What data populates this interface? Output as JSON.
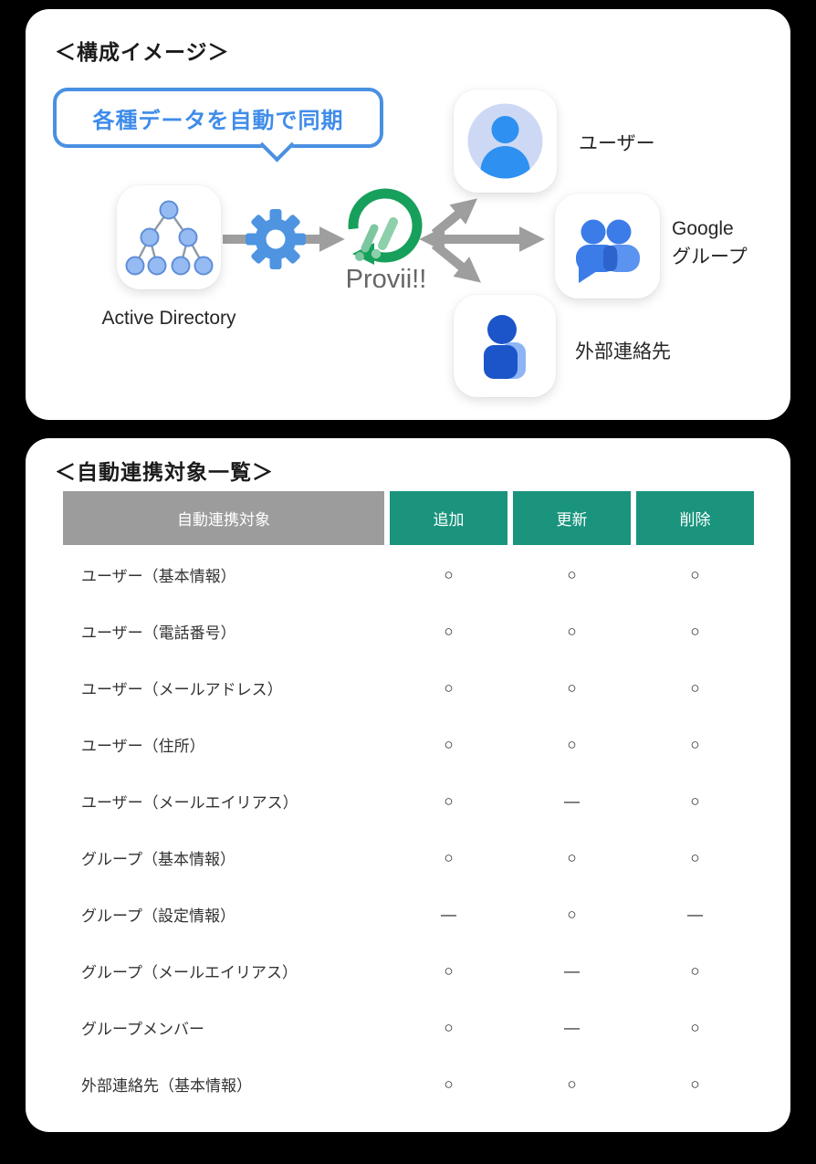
{
  "diagram": {
    "title": "＜構成イメージ＞",
    "bubble_text": "各種データを自動で同期",
    "nodes": {
      "active_directory": "Active Directory",
      "provii": "Provii!!",
      "user": "ユーザー",
      "google_group": "Google\nグループ",
      "external_contacts": "外部連絡先"
    }
  },
  "table": {
    "title": "＜自動連携対象一覧＞",
    "headers": [
      "自動連携対象",
      "追加",
      "更新",
      "削除"
    ],
    "rows": [
      {
        "label": "ユーザー（基本情報）",
        "cells": [
          "○",
          "○",
          "○"
        ]
      },
      {
        "label": "ユーザー（電話番号）",
        "cells": [
          "○",
          "○",
          "○"
        ]
      },
      {
        "label": "ユーザー（メールアドレス）",
        "cells": [
          "○",
          "○",
          "○"
        ]
      },
      {
        "label": "ユーザー（住所）",
        "cells": [
          "○",
          "○",
          "○"
        ]
      },
      {
        "label": "ユーザー（メールエイリアス）",
        "cells": [
          "○",
          "—",
          "○"
        ]
      },
      {
        "label": "グループ（基本情報）",
        "cells": [
          "○",
          "○",
          "○"
        ]
      },
      {
        "label": "グループ（設定情報）",
        "cells": [
          "—",
          "○",
          "—"
        ]
      },
      {
        "label": "グループ（メールエイリアス）",
        "cells": [
          "○",
          "—",
          "○"
        ]
      },
      {
        "label": "グループメンバー",
        "cells": [
          "○",
          "—",
          "○"
        ]
      },
      {
        "label": "外部連絡先（基本情報）",
        "cells": [
          "○",
          "○",
          "○"
        ]
      }
    ]
  },
  "colors": {
    "background": "#000000",
    "accent_blue": "#4a90e2",
    "bubble_text_blue": "#3f8ceb",
    "provii_green": "#17a05b",
    "provii_light_green": "#8dd0aa",
    "arrow_gray": "#9e9e9e",
    "header_gray": "#9c9c9c",
    "header_teal": "#1a947d",
    "row_dark_gray": "#c6c6c6",
    "row_light_gray": "#eeeeee"
  }
}
